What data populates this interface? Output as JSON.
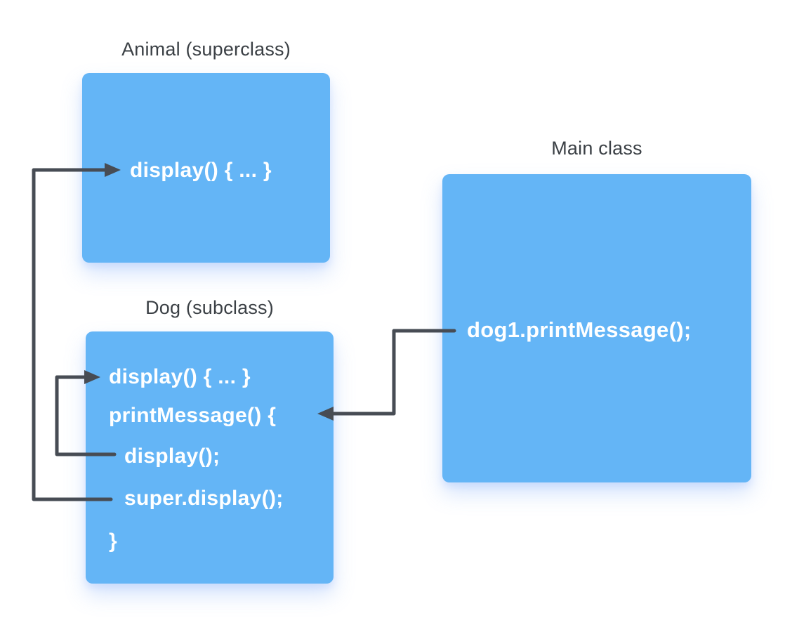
{
  "diagram": {
    "colors": {
      "box_fill": "#64B5F6",
      "arrow": "#474C54",
      "title_text": "#3B4045",
      "code_text": "#FFFFFF",
      "background": "#FFFFFF"
    },
    "animal": {
      "title": "Animal (superclass)",
      "lines": {
        "0": "display() { ... }"
      }
    },
    "dog": {
      "title": "Dog (subclass)",
      "lines": {
        "0": "display() { ... }",
        "1": "printMessage() {",
        "2": "display();",
        "3": "super.display();",
        "4": "}"
      }
    },
    "main": {
      "title": "Main class",
      "lines": {
        "0": "dog1.printMessage();"
      }
    },
    "arrows": {
      "0": "main call to Dog.printMessage",
      "1": "display() call to Dog.display",
      "2": "super.display() call to Animal.display"
    }
  }
}
